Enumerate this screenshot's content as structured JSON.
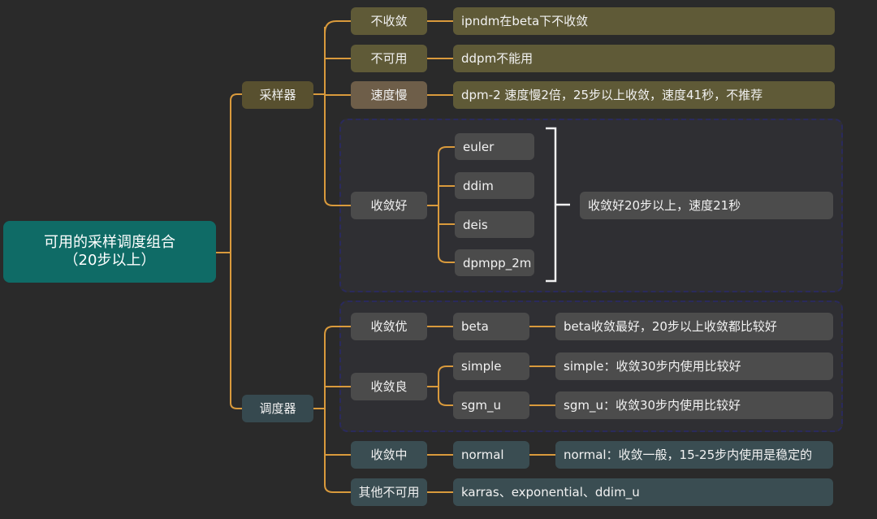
{
  "root": {
    "line1": "可用的采样调度组合",
    "line2": "（20步以上）"
  },
  "samplers": {
    "label": "采样器",
    "rows": [
      {
        "category": "不收敛",
        "detail": "ipndm在beta下不收敛"
      },
      {
        "category": "不可用",
        "detail": "ddpm不能用"
      },
      {
        "category": "速度慢",
        "detail": "dpm-2 速度慢2倍，25步以上收敛，速度41秒，不推荐"
      }
    ],
    "good": {
      "category": "收敛好",
      "items": [
        "euler",
        "ddim",
        "deis",
        "dpmpp_2m"
      ],
      "summary": "收敛好20步以上，速度21秒"
    }
  },
  "schedulers": {
    "label": "调度器",
    "best": {
      "category": "收敛优",
      "item": "beta",
      "note": "beta收敛最好，20步以上收敛都比较好"
    },
    "good": {
      "category": "收敛良",
      "items": [
        {
          "name": "simple",
          "note": "simple：收敛30步内使用比较好"
        },
        {
          "name": "sgm_u",
          "note": "sgm_u：收敛30步内使用比较好"
        }
      ]
    },
    "medium": {
      "category": "收敛中",
      "item": "normal",
      "note": "normal：收敛一般，15-25步内使用是稳定的"
    },
    "unusable": {
      "category": "其他不可用",
      "detail": "karras、exponential、ddim_u"
    }
  },
  "colors": {
    "connector": "#d99a3c",
    "bracket": "#f0f0f0",
    "root_bg": "#0f6b66",
    "group_border": "#2a2a5c"
  }
}
